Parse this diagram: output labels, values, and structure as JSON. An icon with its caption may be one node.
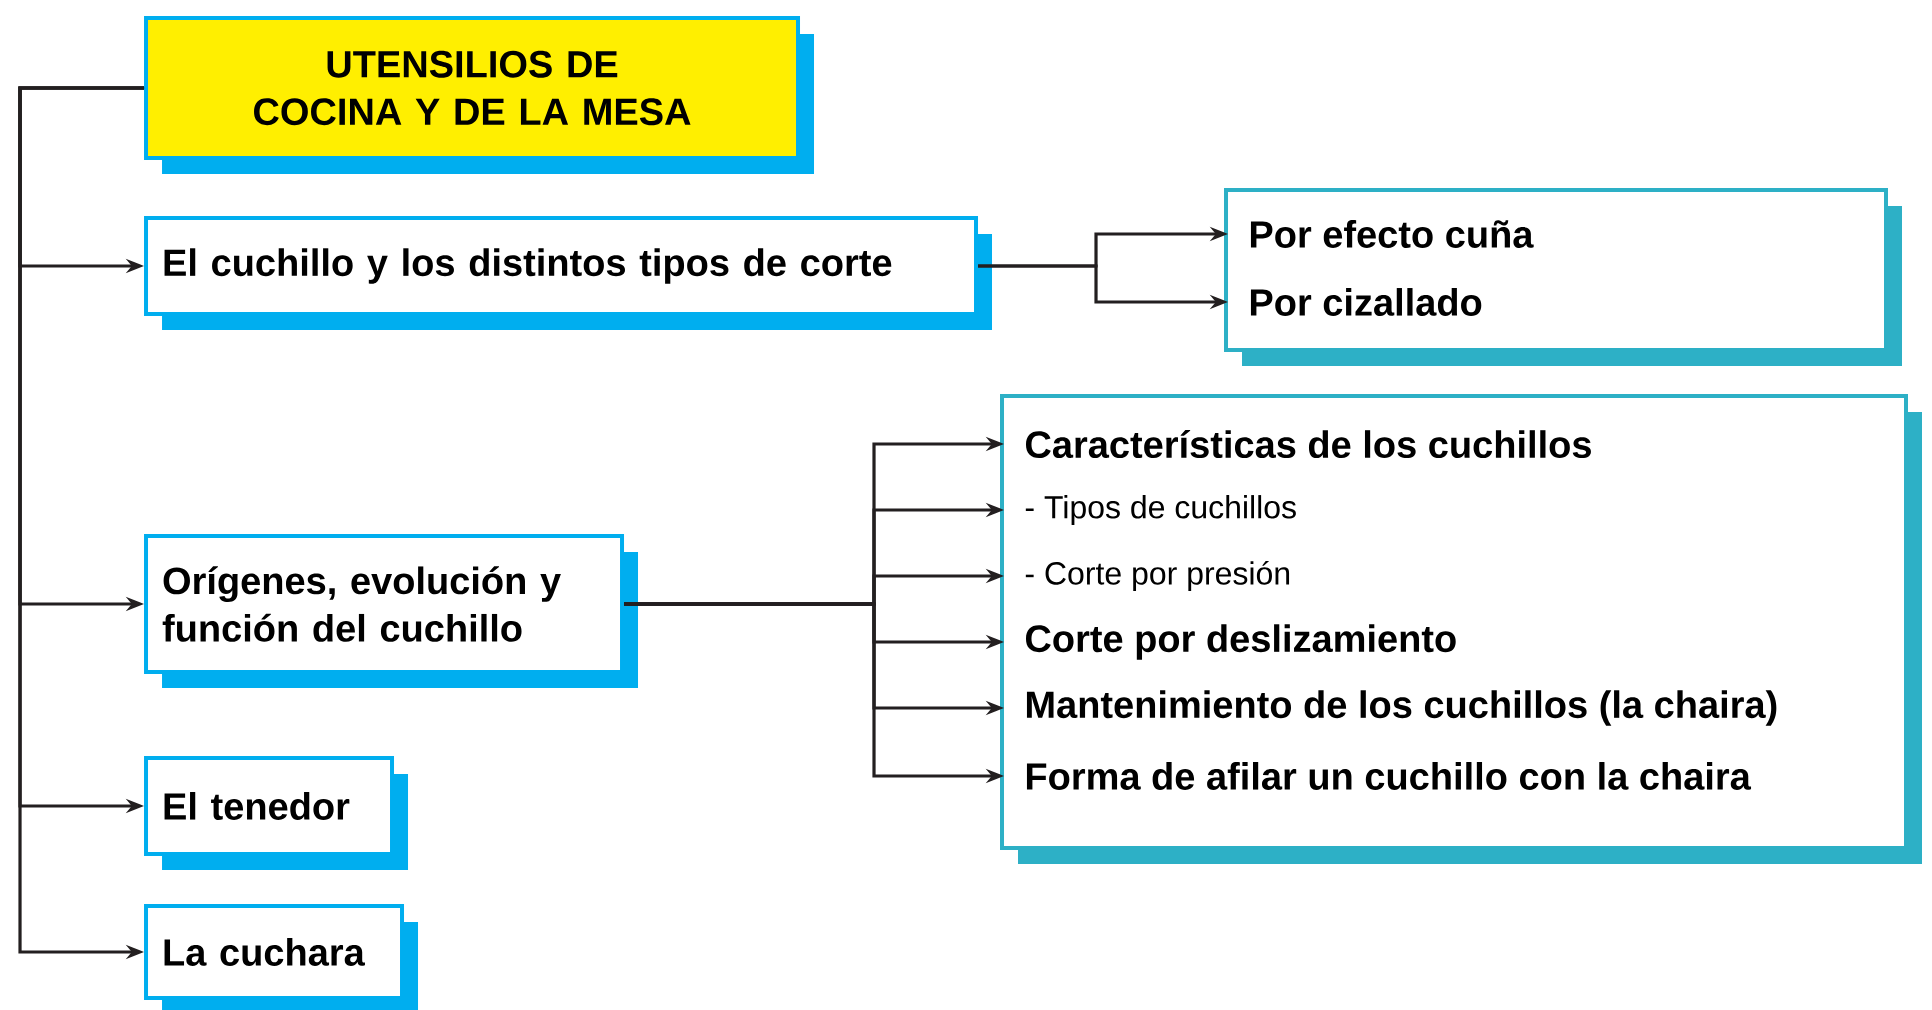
{
  "diagram": {
    "nodes": [
      {
        "text": [
          "UTENSILIOS DE COCINA Y DE LA MESA"
        ]
      },
      {
        "text": [
          "El cuchillo y los distintos tipos de corte"
        ]
      },
      {
        "text": [],
        "shape": "box"
      },
      {
        "text": [
          "Por efecto cuña"
        ],
        "in": 2
      },
      {
        "text": [
          "Por cizallado"
        ],
        "in": 2
      },
      {
        "text": [
          "Orígenes, evolución y función del cuchillo"
        ]
      },
      {
        "text": [],
        "shape": "box"
      },
      {
        "text": [
          "Características de los cuchillos"
        ],
        "in": 6
      },
      {
        "text": [
          "- Tipos de cuchillos"
        ],
        "in": 6
      },
      {
        "text": [
          "- Corte por presión"
        ],
        "in": 6
      },
      {
        "text": [
          "Corte por deslizamiento"
        ],
        "in": 6
      },
      {
        "text": [
          "Mantenimiento de los cuchillos (la chaira)"
        ],
        "in": 6
      },
      {
        "text": [
          "Forma de afilar un cuchillo con la chaira"
        ],
        "in": 6
      },
      {
        "text": [
          "El tenedor"
        ]
      },
      {
        "text": [
          "La cuchara"
        ]
      }
    ],
    "edges": [
      {
        "from": 0,
        "to": 1,
        "arrow": "to"
      },
      {
        "from": 0,
        "to": 5,
        "arrow": "to"
      },
      {
        "from": 0,
        "to": 13,
        "arrow": "to"
      },
      {
        "from": 0,
        "to": 14,
        "arrow": "to"
      },
      {
        "from": 1,
        "to": 3,
        "arrow": "to"
      },
      {
        "from": 1,
        "to": 4,
        "arrow": "to"
      },
      {
        "from": 5,
        "to": 7,
        "arrow": "to"
      },
      {
        "from": 5,
        "to": 8,
        "arrow": "to"
      },
      {
        "from": 5,
        "to": 9,
        "arrow": "to"
      },
      {
        "from": 5,
        "to": 10,
        "arrow": "to"
      },
      {
        "from": 5,
        "to": 11,
        "arrow": "to"
      },
      {
        "from": 5,
        "to": 12,
        "arrow": "to"
      }
    ]
  }
}
